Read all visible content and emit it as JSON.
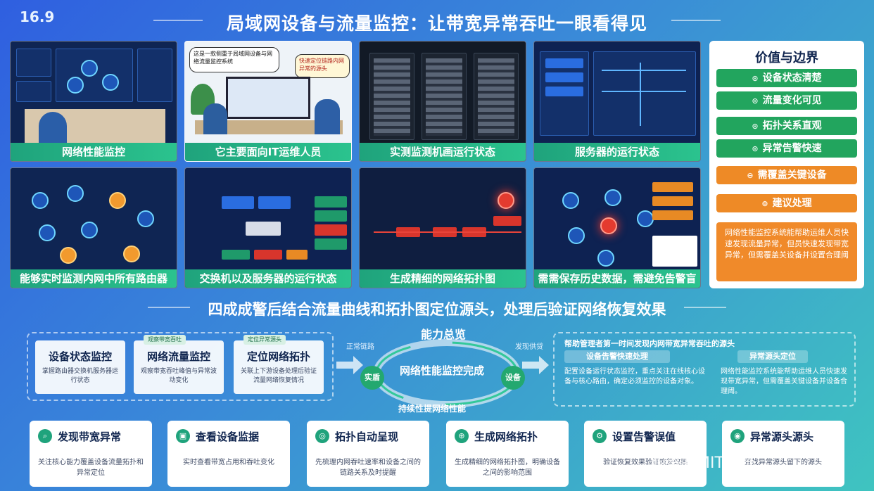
{
  "header": {
    "version": "16.9",
    "title": "局域网设备与流量监控：让带宽异常吞吐一眼看得见"
  },
  "cards": [
    {
      "caption": "网络性能监控"
    },
    {
      "caption": "它主要面向IT运维人员",
      "bubble_left": "这是一款侧重于局域网设备与网络流量监控系统",
      "bubble_right": "快速定位链路内网异常的源头"
    },
    {
      "caption": "实测监测机画运行状态"
    },
    {
      "caption": "服务器的运行状态"
    },
    {
      "caption": "能够实时监测内网中所有路由器"
    },
    {
      "caption": "交换机以及服务器的运行状态"
    },
    {
      "caption": "生成精细的网络拓扑图"
    },
    {
      "caption": "需需保存历史数据，需避免告警盲区"
    }
  ],
  "side": {
    "title": "价值与边界",
    "items": [
      {
        "label": "设备状态清楚",
        "color": "green"
      },
      {
        "label": "流量变化可见",
        "color": "green"
      },
      {
        "label": "拓扑关系直观",
        "color": "green"
      },
      {
        "label": "异常告警快速",
        "color": "green"
      },
      {
        "label": "需覆盖关键设备",
        "color": "orange"
      },
      {
        "label": "建议处理",
        "color": "orange"
      }
    ],
    "note": "网络性能监控系统能帮助运维人员快速发现流量异常，但员快速发现带宽异常，但需覆盖关设备并设置合理阈"
  },
  "banner": "四成成警后结合流量曲线和拓扑图定位源头，处理后验证网络恢复效果",
  "flow": {
    "items": [
      {
        "title": "设备状态监控",
        "desc": "掌握路由器交换机服务器运行状态",
        "tag": ""
      },
      {
        "title": "网络流量监控",
        "desc": "观察带宽吞吐峰值与异常波动变化",
        "tag": "观察带宽吞吐"
      },
      {
        "title": "定位网络拓扑",
        "desc": "关联上下游设备处理后验证流量网络恢复情况",
        "tag": "定位异常源头"
      }
    ]
  },
  "capability": {
    "title": "能力总览",
    "center": "网络性能监控完成",
    "left": "实盾",
    "right": "设备",
    "bottom": "持续性提网络性能",
    "top_left": "正常链路",
    "top_right": "发现供贷"
  },
  "right_box": {
    "title": "帮助管理者第一时间发现内网带宽异常吞吐的源头",
    "sub_left": "设备告警快速处理",
    "sub_right": "异常源头定位",
    "desc_left": "配置设备运行状态监控，重点关注在线核心设备与核心路由，确定必须监控的设备对象。",
    "desc_right": "网络性能监控系统能帮助运维人员快速发现带宽异常，但需覆盖关键设备并设备合理阈。"
  },
  "bottom": [
    {
      "title": "发现带宽异常",
      "desc": "关注核心能力覆盖设备流量拓扑和异常定位"
    },
    {
      "title": "查看设备监据",
      "desc": "实时查看带宽占用和吞吐变化"
    },
    {
      "title": "拓扑自动呈现",
      "desc": "先梳理内网吞吐速率和设备之间的链路关系及时提醒"
    },
    {
      "title": "生成网络拓扑",
      "desc": "生成精细的网络拓扑图，明确设备之间的影响范围"
    },
    {
      "title": "设置告警误值",
      "desc": "验证恢复效果验证恢复效果"
    },
    {
      "title": "异常源头源头",
      "desc": "查找异常源头留下的源头"
    }
  ],
  "watermark": "洞察眼MIT系统",
  "colors": {
    "green": "#22a55e",
    "orange": "#ee8a26",
    "accent": "#2f5fe0"
  }
}
